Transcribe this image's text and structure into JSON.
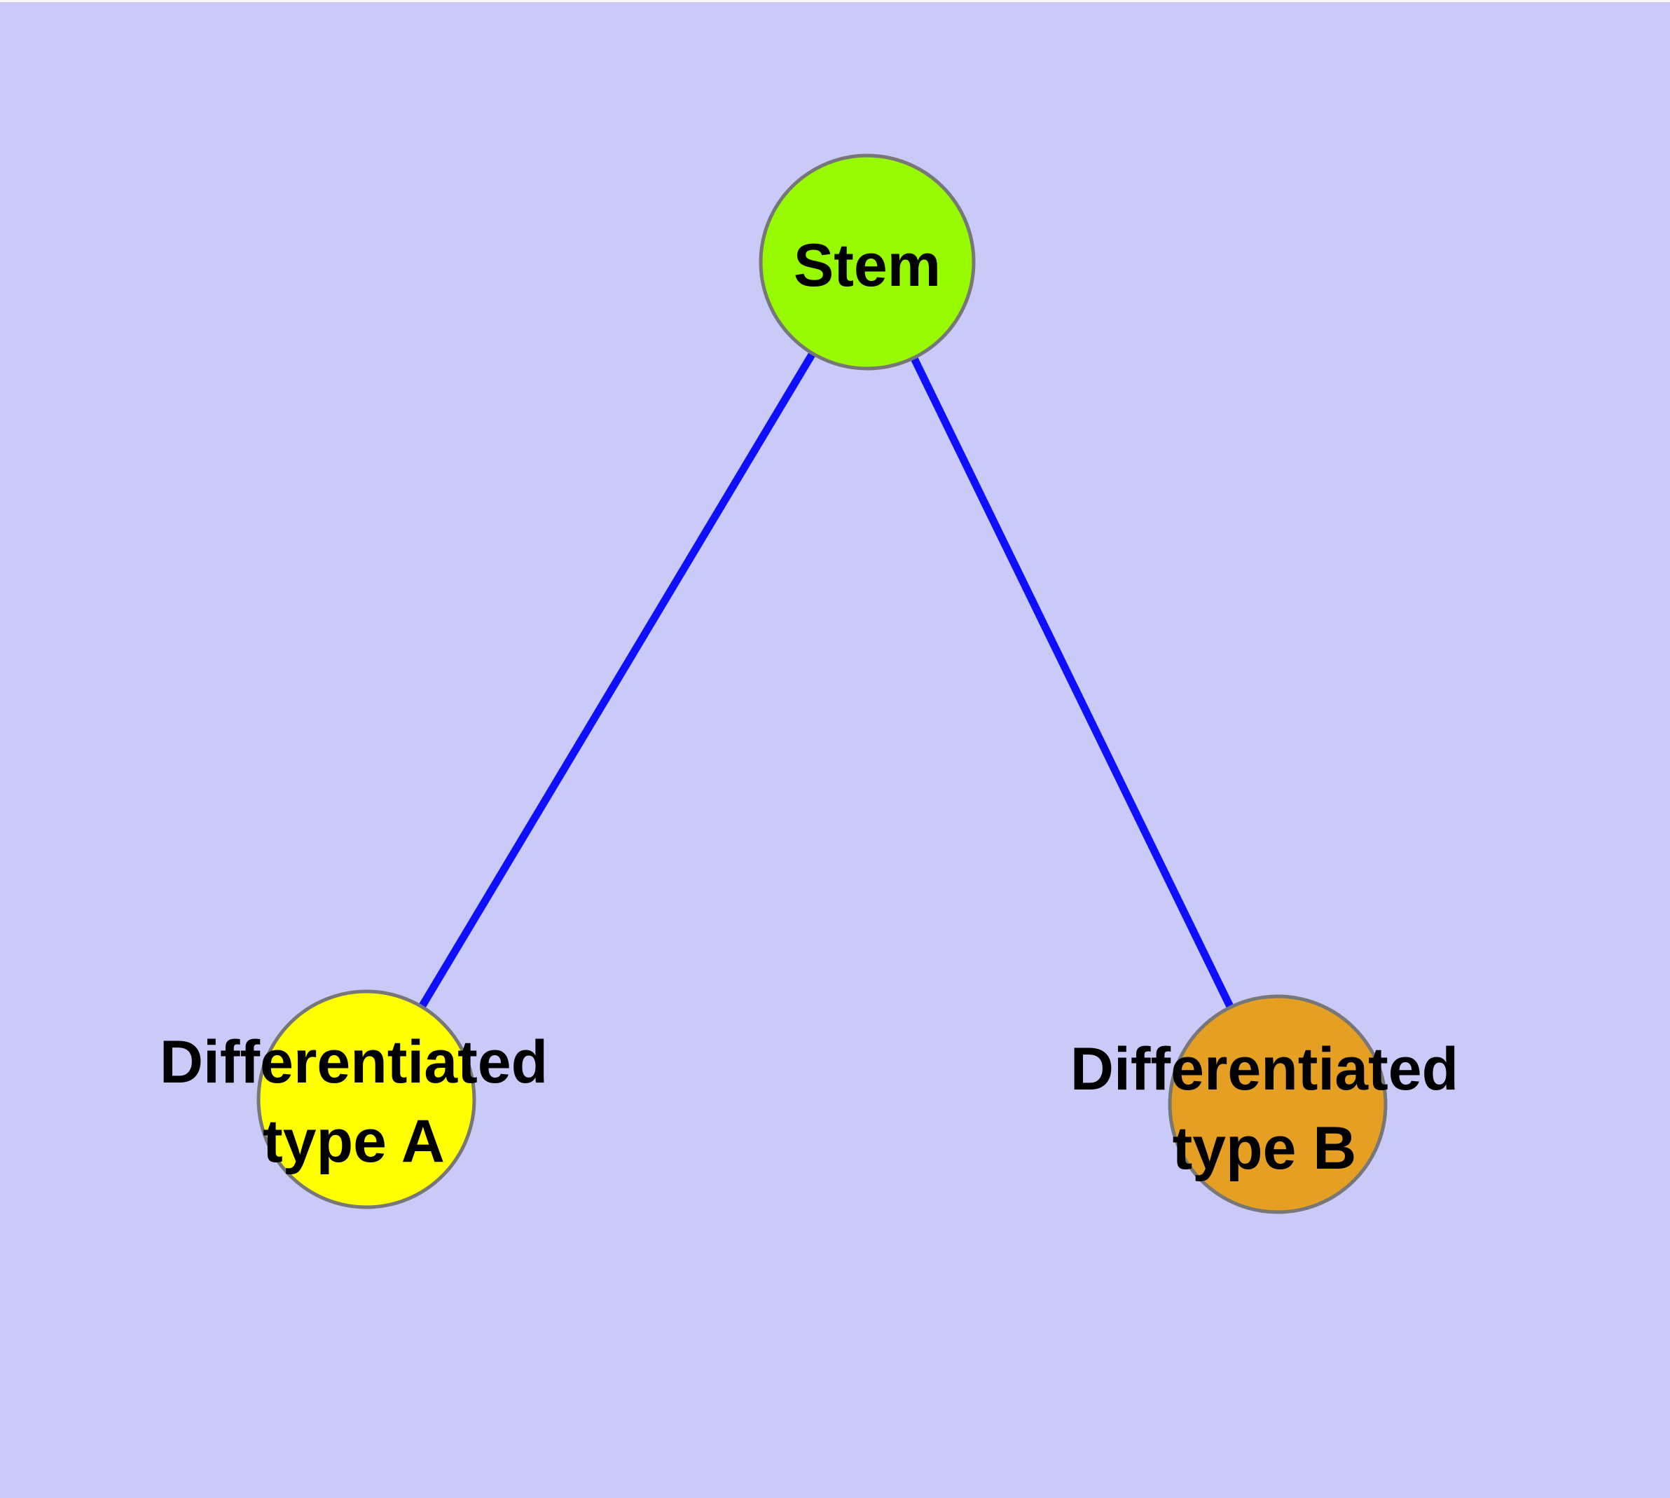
{
  "diagram": {
    "type": "node_link_graph",
    "background_color": "#cacaf8",
    "top_edge_highlight_color": "#fafaff",
    "edge_color": "#0f0fff",
    "node_border_color": "#777777",
    "text_color": "#000000",
    "nodes": [
      {
        "id": "stem",
        "label": "Stem",
        "fill": "#98fa00",
        "shape": "circle"
      },
      {
        "id": "differentiated-type-a",
        "label": "Differentiated type A",
        "label_lines": [
          "Differentiated",
          "type A"
        ],
        "fill": "#ffff00",
        "shape": "circle"
      },
      {
        "id": "differentiated-type-b",
        "label": "Differentiated type B",
        "label_lines": [
          "Differentiated",
          "type B"
        ],
        "fill": "#e5a024",
        "shape": "circle"
      }
    ],
    "edges": [
      {
        "from": "Stem",
        "to": "Differentiated type A"
      },
      {
        "from": "Stem",
        "to": "Differentiated type B"
      }
    ]
  }
}
